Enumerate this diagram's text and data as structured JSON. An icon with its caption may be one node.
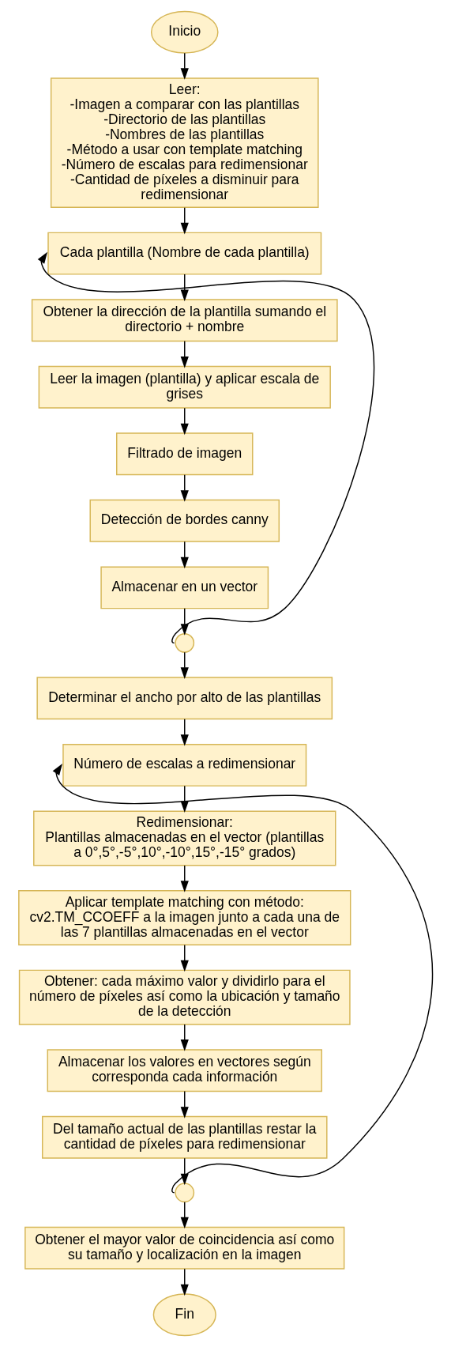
{
  "diagram": {
    "nodes": [
      {
        "text": [
          "Inicio"
        ]
      },
      {
        "text": [
          "Leer:",
          "-Imagen a comparar con las plantillas",
          "-Directorio de las plantillas",
          "-Nombres de las plantillas",
          "-Método a usar con template matching",
          "-Número de escalas para redimensionar",
          "-Cantidad de píxeles a disminuir para redimensionar"
        ]
      },
      {
        "text": [
          "Cada plantilla (Nombre de cada plantilla)"
        ]
      },
      {
        "text": [
          "Obtener la dirección de la plantilla sumando el directorio + nombre"
        ]
      },
      {
        "text": [
          "Leer la imagen (plantilla) y aplicar escala de grises"
        ]
      },
      {
        "text": [
          "Filtrado de imagen"
        ]
      },
      {
        "text": [
          "Detección de bordes canny"
        ]
      },
      {
        "text": [
          "Almacenar en un vector"
        ]
      },
      {
        "text": [],
        "shape": "circle"
      },
      {
        "text": [
          "Determinar el ancho por alto de las plantillas"
        ]
      },
      {
        "text": [
          "Número de escalas a redimensionar"
        ]
      },
      {
        "text": [
          "Redimensionar:",
          "Plantillas almacenadas en el vector (plantillas a 0°,5°,-5°,10°,-10°,15°,-15° grados)"
        ]
      },
      {
        "text": [
          "Aplicar template matching con método: cv2.TM_CCOEFF a la imagen junto a cada una de las 7 plantillas almacenadas en el vector"
        ]
      },
      {
        "text": [
          "Obtener: cada máximo valor y dividirlo para el número de píxeles así como la ubicación y tamaño de la detección"
        ]
      },
      {
        "text": [
          "Almacenar los valores en vectores según corresponda cada información"
        ]
      },
      {
        "text": [
          "Del tamaño actual de las plantillas restar la cantidad de píxeles para redimensionar"
        ]
      },
      {
        "text": [],
        "shape": "circle"
      },
      {
        "text": [
          "Obtener el mayor valor de coincidencia así como su tamaño y localización en la imagen"
        ]
      },
      {
        "text": [
          "Fin"
        ]
      }
    ],
    "edges": [
      {
        "from": 0,
        "to": 1,
        "arrow": "to"
      },
      {
        "from": 1,
        "to": 2,
        "arrow": "to"
      },
      {
        "from": 2,
        "to": 3,
        "arrow": "to"
      },
      {
        "from": 3,
        "to": 4,
        "arrow": "to"
      },
      {
        "from": 4,
        "to": 5,
        "arrow": "to"
      },
      {
        "from": 5,
        "to": 6,
        "arrow": "to"
      },
      {
        "from": 6,
        "to": 7,
        "arrow": "to"
      },
      {
        "from": 7,
        "to": 8,
        "arrow": "to"
      },
      {
        "from": 8,
        "to": 2,
        "arrow": "to"
      },
      {
        "from": 8,
        "to": 9,
        "arrow": "to"
      },
      {
        "from": 9,
        "to": 10,
        "arrow": "to"
      },
      {
        "from": 10,
        "to": 11,
        "arrow": "to"
      },
      {
        "from": 11,
        "to": 12,
        "arrow": "to"
      },
      {
        "from": 12,
        "to": 13,
        "arrow": "to"
      },
      {
        "from": 13,
        "to": 14,
        "arrow": "to"
      },
      {
        "from": 14,
        "to": 15,
        "arrow": "to"
      },
      {
        "from": 15,
        "to": 16,
        "arrow": "to"
      },
      {
        "from": 16,
        "to": 10,
        "arrow": "to"
      },
      {
        "from": 16,
        "to": 17,
        "arrow": "to"
      },
      {
        "from": 17,
        "to": 18,
        "arrow": "to"
      }
    ]
  }
}
